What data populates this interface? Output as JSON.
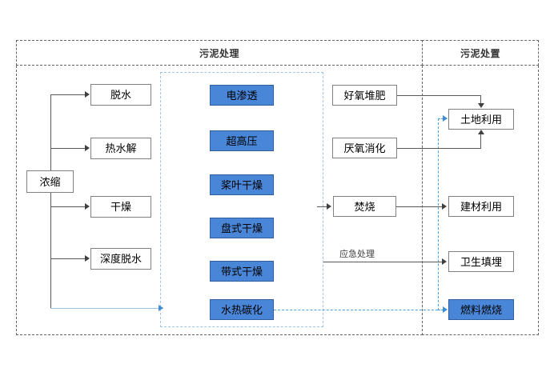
{
  "diagram": {
    "title_visible": false,
    "panels": [
      {
        "id": "treatment",
        "label": "污泥处理"
      },
      {
        "id": "disposal",
        "label": "污泥处置"
      }
    ],
    "colors": {
      "blue_fill": "#4a86d8",
      "blue_border": "#2f5f9e",
      "plain_border": "#808080",
      "dashed_outer": "#666666",
      "dashed_group": "#9dc3e6",
      "cyan_flow": "#4a9fe0",
      "connector": "#595959"
    },
    "nodes": {
      "source": {
        "label": "浓缩",
        "style": "plain"
      },
      "stage1": [
        {
          "label": "脱水",
          "style": "plain"
        },
        {
          "label": "热水解",
          "style": "plain"
        },
        {
          "label": "干燥",
          "style": "plain"
        },
        {
          "label": "深度脱水",
          "style": "plain"
        }
      ],
      "technologies": [
        {
          "label": "电渗透",
          "style": "blue"
        },
        {
          "label": "超高压",
          "style": "blue"
        },
        {
          "label": "桨叶干燥",
          "style": "blue"
        },
        {
          "label": "盘式干燥",
          "style": "blue"
        },
        {
          "label": "带式干燥",
          "style": "blue"
        },
        {
          "label": "水热碳化",
          "style": "blue"
        }
      ],
      "processes": [
        {
          "label": "好氧堆肥",
          "style": "plain"
        },
        {
          "label": "厌氧消化",
          "style": "plain"
        },
        {
          "label": "焚烧",
          "style": "plain"
        }
      ],
      "outcomes": [
        {
          "label": "土地利用",
          "style": "plain"
        },
        {
          "label": "建材利用",
          "style": "plain"
        },
        {
          "label": "卫生填埋",
          "style": "plain"
        },
        {
          "label": "燃料燃烧",
          "style": "blue"
        }
      ]
    },
    "edge_labels": [
      {
        "id": "emergency",
        "label": "应急处理"
      }
    ]
  }
}
